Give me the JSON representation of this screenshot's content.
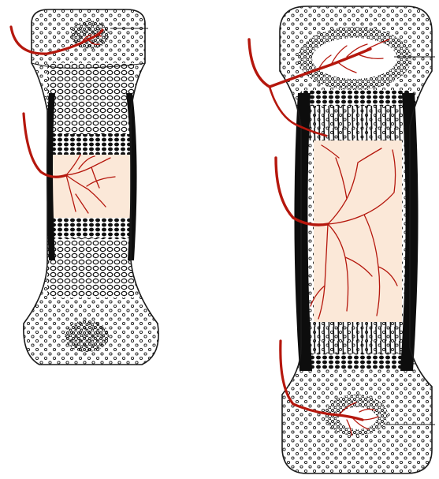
{
  "figure": {
    "panels": [
      {
        "id": "early-stage",
        "structures": [
          "epiphysis-top",
          "ossification-center-top",
          "growth-zone",
          "primary-ossification-center",
          "cartilage-zone",
          "epiphysis-bottom",
          "ossification-center-bottom"
        ]
      },
      {
        "id": "later-stage",
        "structures": [
          "epiphysis-top",
          "secondary-ossification-center-top",
          "growth-plate-top",
          "marrow-cavity",
          "growth-plate-bottom",
          "epiphysis-bottom",
          "secondary-ossification-center-bottom"
        ]
      }
    ],
    "colors": {
      "outline": "#1a1a1a",
      "cortex": "#0d0d0d",
      "vessel": "#b5170d",
      "marrow": "#fbe8d8",
      "background": "#ffffff"
    },
    "icons": [
      "blood-vessel",
      "capillary-network",
      "cartilage-cell"
    ]
  }
}
